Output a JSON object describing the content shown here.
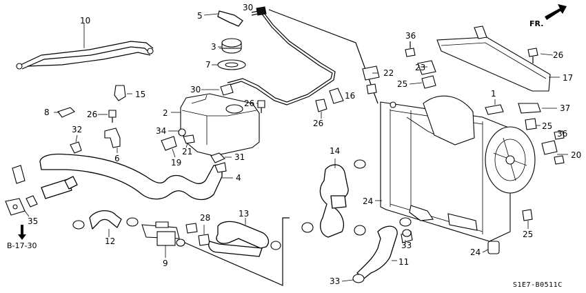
{
  "diagram": {
    "labels": [
      {
        "id": "c1",
        "text": "10"
      },
      {
        "id": "c2",
        "text": "5"
      },
      {
        "id": "c3",
        "text": "30"
      },
      {
        "id": "c4",
        "text": "3"
      },
      {
        "id": "c5",
        "text": "7"
      },
      {
        "id": "c6",
        "text": "36"
      },
      {
        "id": "c7",
        "text": "26"
      },
      {
        "id": "c8",
        "text": "22"
      },
      {
        "id": "c9",
        "text": "23"
      },
      {
        "id": "c10",
        "text": "17"
      },
      {
        "id": "c11",
        "text": "15"
      },
      {
        "id": "c12",
        "text": "30"
      },
      {
        "id": "c13",
        "text": "25"
      },
      {
        "id": "c14",
        "text": "16"
      },
      {
        "id": "c15",
        "text": "1"
      },
      {
        "id": "c16",
        "text": "8"
      },
      {
        "id": "c17",
        "text": "26"
      },
      {
        "id": "c18",
        "text": "2"
      },
      {
        "id": "c19",
        "text": "26"
      },
      {
        "id": "c20",
        "text": "26"
      },
      {
        "id": "c21",
        "text": "37"
      },
      {
        "id": "c22",
        "text": "32"
      },
      {
        "id": "c23",
        "text": "34"
      },
      {
        "id": "c24",
        "text": "25"
      },
      {
        "id": "c25",
        "text": "21"
      },
      {
        "id": "c26",
        "text": "36"
      },
      {
        "id": "c27",
        "text": "6"
      },
      {
        "id": "c28",
        "text": "19"
      },
      {
        "id": "c29",
        "text": "31"
      },
      {
        "id": "c30",
        "text": "20"
      },
      {
        "id": "c31",
        "text": "14"
      },
      {
        "id": "c32",
        "text": "4"
      },
      {
        "id": "c33",
        "text": "24"
      },
      {
        "id": "c34",
        "text": "35"
      },
      {
        "id": "c35",
        "text": "13"
      },
      {
        "id": "c36",
        "text": "28"
      },
      {
        "id": "c37",
        "text": "12"
      },
      {
        "id": "c38",
        "text": "33"
      },
      {
        "id": "c39",
        "text": "25"
      },
      {
        "id": "c40",
        "text": "9"
      },
      {
        "id": "c41",
        "text": "24"
      },
      {
        "id": "c42",
        "text": "11"
      },
      {
        "id": "c43",
        "text": "33"
      }
    ],
    "direction_label": "FR.",
    "reference_label": "B-17-30",
    "diagram_code": "S1E7-B0511C"
  }
}
